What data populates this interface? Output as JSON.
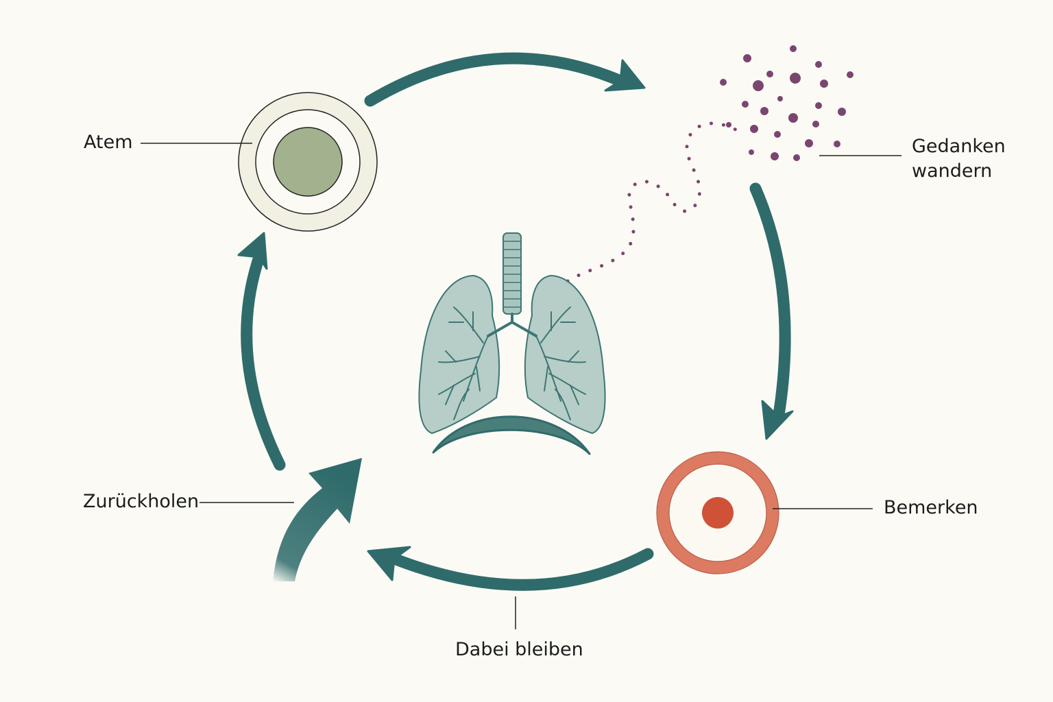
{
  "labels": {
    "breath": "Atem",
    "thoughts_line1": "Gedanken",
    "thoughts_line2": "wandern",
    "notice": "Bemerken",
    "stay": "Dabei bleiben",
    "return": "Zurückholen"
  },
  "icons": {
    "center": "lungs-icon",
    "breath": "concentric-rings-icon",
    "notice": "target-dot-icon",
    "thoughts": "scattered-dots-icon"
  },
  "colors": {
    "background": "#fbfaf4",
    "arrow": "#2f6b6b",
    "breath_fill": "#a2b18e",
    "breath_ring": "#f1f0e3",
    "notice_ring": "#dd7a62",
    "notice_dot": "#cf5138",
    "thought_dots": "#7a4670",
    "lung_fill": "#a9c6be",
    "lung_stroke": "#3d7575"
  }
}
